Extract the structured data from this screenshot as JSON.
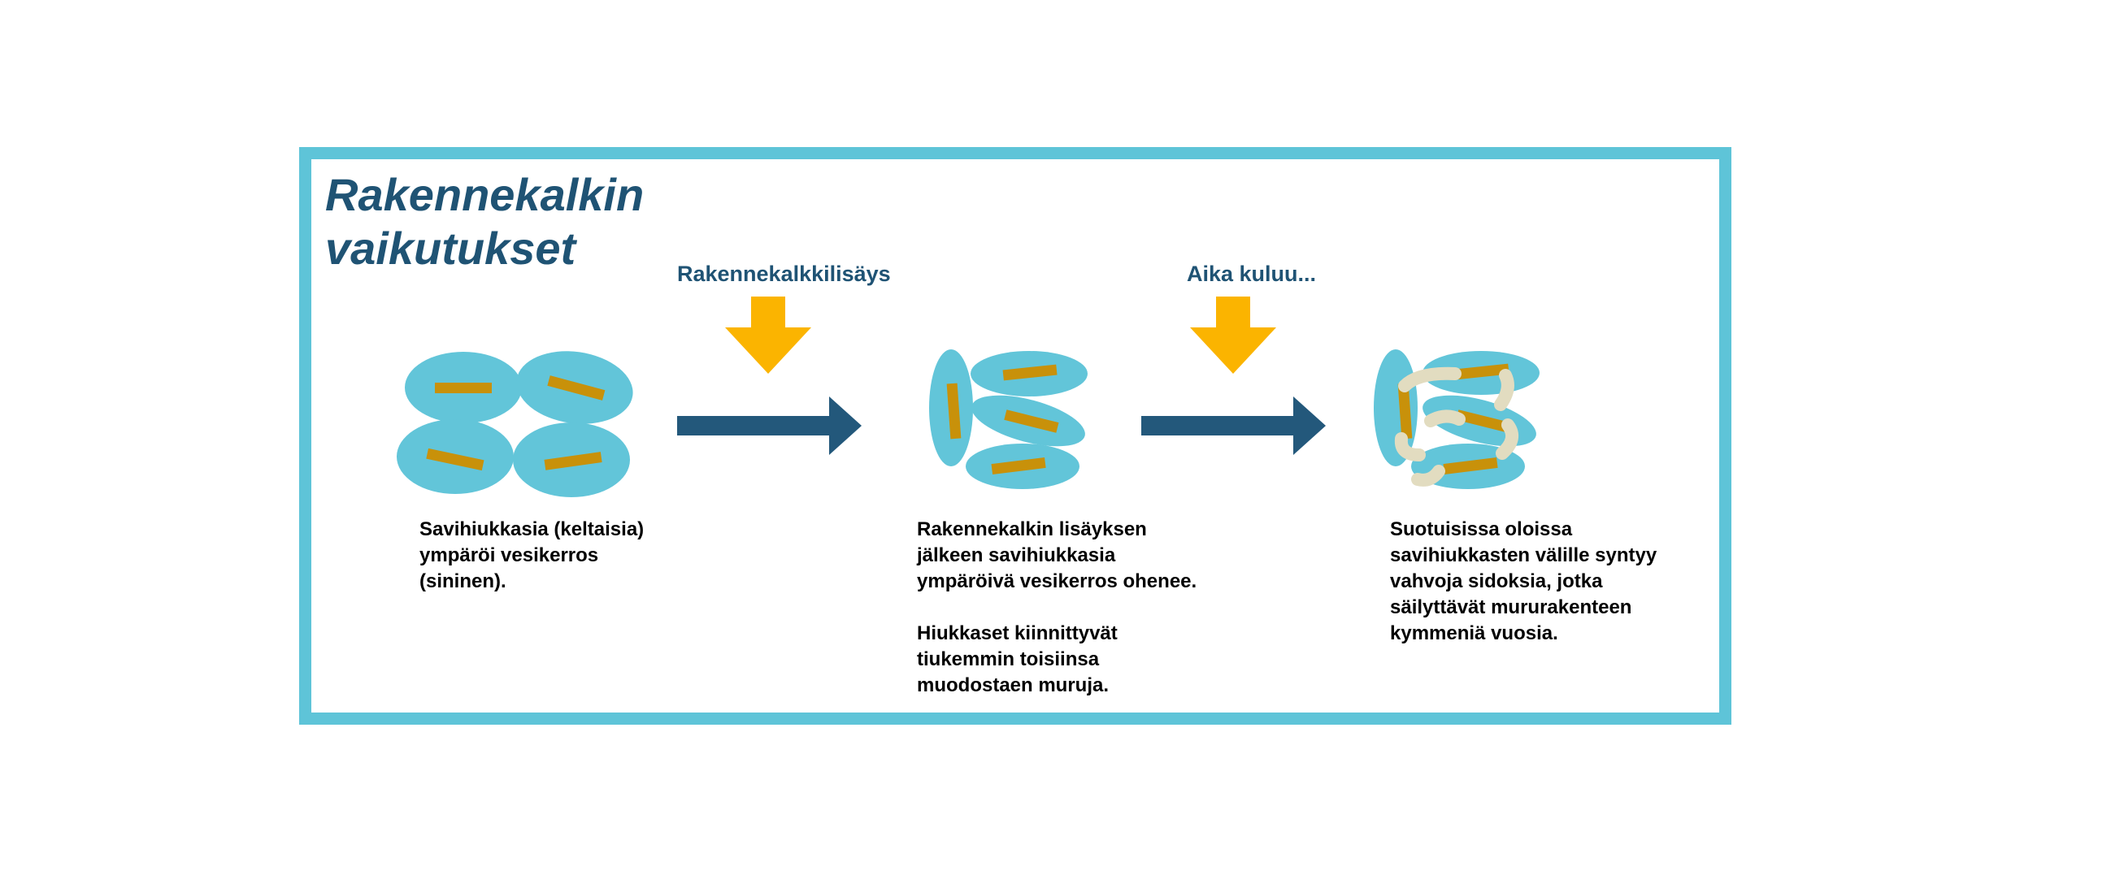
{
  "diagram": {
    "title": [
      "Rakennekalkin",
      "vaikutukset"
    ],
    "step_labels": {
      "addition": "Rakennekalkkilisäys",
      "time": "Aika kuluu..."
    },
    "captions": {
      "stage1": [
        "Savihiukkasia (keltaisia)",
        "ympäröi vesikerros",
        "(sininen)."
      ],
      "stage2_a": [
        "Rakennekalkin lisäyksen",
        "jälkeen savihiukkasia",
        "ympäröivä vesikerros ohenee."
      ],
      "stage2_b": [
        "Hiukkaset kiinnittyvät",
        "tiukemmin toisiinsa",
        "muodostaen muruja."
      ],
      "stage3": [
        "Suotuisissa oloissa",
        "savihiukkasten välille syntyy",
        "vahvoja sidoksia, jotka",
        "säilyttävät mururakenteen",
        "kymmeniä vuosia."
      ]
    }
  },
  "colors": {
    "frame": "#5ec4d8",
    "water": "#62c5d9",
    "clay": "#c8910a",
    "lime": "#fbb400",
    "arrow": "#23587b",
    "bond": "#e2dcc0",
    "title": "#1f5374"
  }
}
